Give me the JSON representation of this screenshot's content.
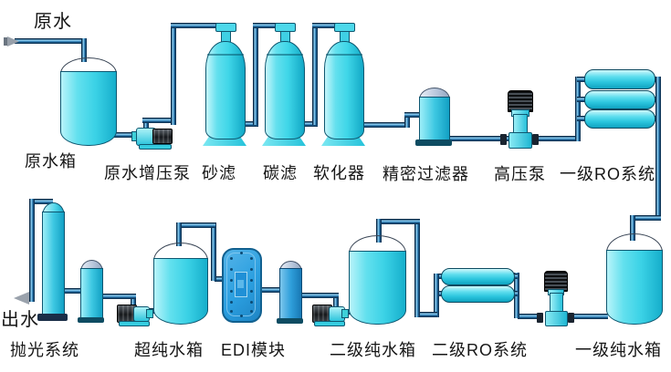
{
  "diagram_type": "water-treatment-process-flow",
  "labels": {
    "raw_water": "原水",
    "raw_water_tank": "原水箱",
    "booster_pump": "原水增压泵",
    "sand_filter": "砂滤",
    "carbon_filter": "碳滤",
    "softener": "软化器",
    "precision_filter": "精密过滤器",
    "high_pressure_pump": "高压泵",
    "ro_stage1": "一级RO系统",
    "pure_tank_stage1": "一级纯水箱",
    "ro_stage2": "二级RO系统",
    "pure_tank_stage2": "二级纯水箱",
    "edi_module": "EDI模块",
    "ultrapure_tank": "超纯水箱",
    "polishing_system": "抛光系统",
    "outlet": "出水"
  },
  "flow_top_row": [
    "原水",
    "原水箱",
    "原水增压泵",
    "砂滤",
    "碳滤",
    "软化器",
    "精密过滤器",
    "高压泵",
    "一级RO系统"
  ],
  "flow_bottom_row": [
    "一级纯水箱",
    "二级RO系统",
    "二级纯水箱",
    "EDI模块",
    "超纯水箱",
    "抛光系统",
    "出水"
  ],
  "colors": {
    "background": "#ffffff",
    "equipment_cyan": "#3fd6e8",
    "equipment_cyan_dark": "#12a8c6",
    "outline_teal": "#0e5770",
    "tank_dome_gray": "#a8b2c4",
    "edi_blue": "#2b9fe0",
    "column_blue": "#2f9fdb",
    "pipe_blue": "#2a7ab2",
    "pipe_outline": "#0b2c4a",
    "motor_dark": "#16191c",
    "label_text": "#161616"
  }
}
